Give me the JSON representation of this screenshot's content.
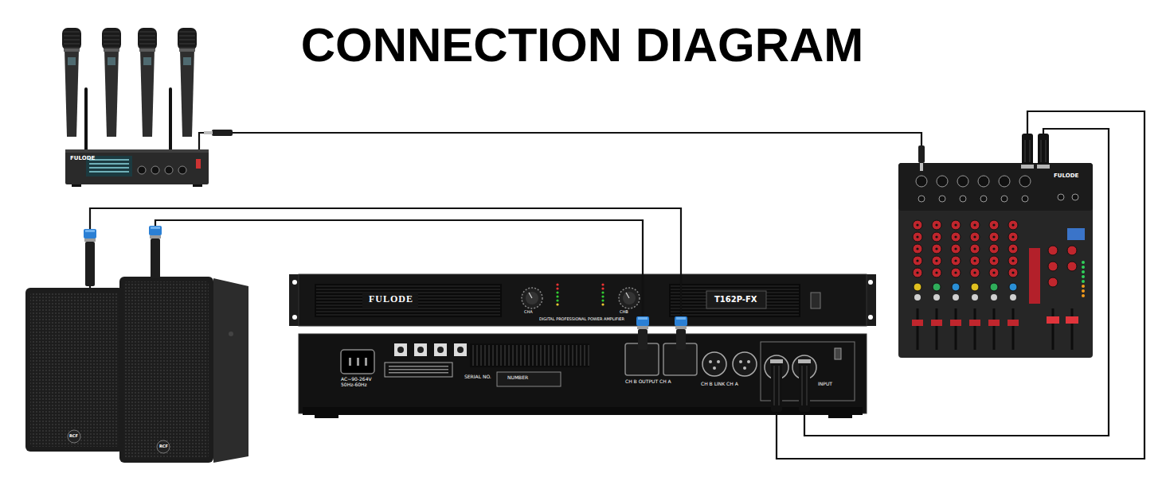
{
  "diagram": {
    "title": "CONNECTION DIAGRAM",
    "nodes": [
      {
        "text": [
          "FULODE"
        ]
      },
      {
        "text": [
          "FULODE"
        ]
      },
      {
        "text": [
          "FULODE",
          "CHA",
          "CHB",
          "DIGITAL PROFESSIONAL POWER AMPLIFIER",
          "T162P-FX"
        ]
      },
      {
        "text": [
          "AC~90-264V 50Hz-60Hz",
          "SERIAL NO.",
          "NUMBER",
          "CH B OUTPUT CH A",
          "CH B LINK CH A",
          "INPUT"
        ]
      },
      {
        "text": [
          "RCF"
        ]
      },
      {
        "text": [
          "RCF"
        ]
      }
    ],
    "edges": [
      {
        "from": 0,
        "to": 1,
        "arrow": "none"
      },
      {
        "from": 1,
        "to": 3,
        "arrow": "none"
      },
      {
        "from": 1,
        "to": 3,
        "arrow": "none"
      },
      {
        "from": 3,
        "to": 4,
        "arrow": "none"
      },
      {
        "from": 3,
        "to": 5,
        "arrow": "none"
      }
    ]
  }
}
